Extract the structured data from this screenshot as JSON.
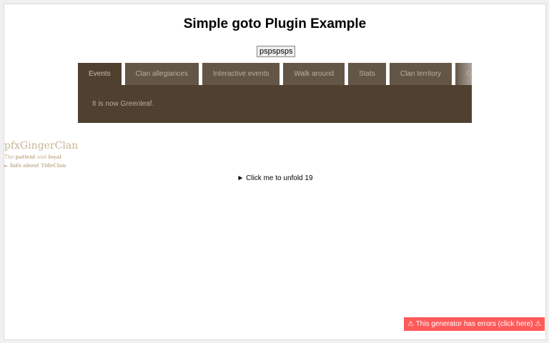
{
  "title": "Simple goto Plugin Example",
  "button": "pspspsps",
  "tabs": [
    "Events",
    "Clan allegiances",
    "Interactive events",
    "Walk around",
    "Stats",
    "Clan territory",
    "Oth"
  ],
  "panel_text": "It is now Greenleaf.",
  "clan": {
    "name": "pfxGingerClan",
    "tagline_pre": "The",
    "tagline_b1": "patient",
    "tagline_mid": "and",
    "tagline_b2": "loyal",
    "info": "► Info about TideClan"
  },
  "unfold": "► Click me to unfold 19",
  "error": "⚠ This generator has errors (click here) ⚠"
}
